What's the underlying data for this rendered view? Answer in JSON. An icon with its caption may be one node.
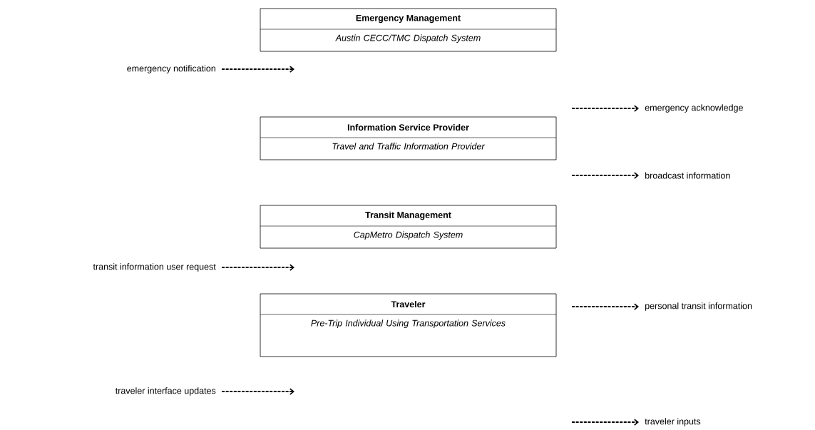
{
  "diagram": {
    "nodes": [
      {
        "text": [
          "Emergency Management",
          "Austin CECC/TMC Dispatch System"
        ]
      },
      {
        "text": [
          "emergency notification"
        ]
      },
      {
        "text": [
          "emergency acknowledge"
        ]
      },
      {
        "text": [
          "Information Service Provider",
          "Travel and Traffic Information Provider"
        ]
      },
      {
        "text": [
          "broadcast information"
        ]
      },
      {
        "text": [
          "Transit Management",
          "CapMetro Dispatch System"
        ]
      },
      {
        "text": [
          "transit information user request"
        ]
      },
      {
        "text": [
          "personal transit information"
        ]
      },
      {
        "text": [
          "Traveler",
          "Pre-Trip Individual Using Transportation Services"
        ]
      },
      {
        "text": [
          "traveler interface updates"
        ]
      },
      {
        "text": [
          "traveler inputs"
        ]
      }
    ],
    "edges": [
      {
        "from": 1,
        "to": null,
        "arrow": "to",
        "style": "dashed"
      },
      {
        "from": null,
        "to": 2,
        "arrow": "to",
        "style": "dashed"
      },
      {
        "from": null,
        "to": 4,
        "arrow": "to",
        "style": "dashed"
      },
      {
        "from": 6,
        "to": null,
        "arrow": "to",
        "style": "dashed"
      },
      {
        "from": null,
        "to": 7,
        "arrow": "to",
        "style": "dashed"
      },
      {
        "from": 9,
        "to": null,
        "arrow": "to",
        "style": "dashed"
      },
      {
        "from": null,
        "to": 10,
        "arrow": "to",
        "style": "dashed"
      }
    ]
  }
}
